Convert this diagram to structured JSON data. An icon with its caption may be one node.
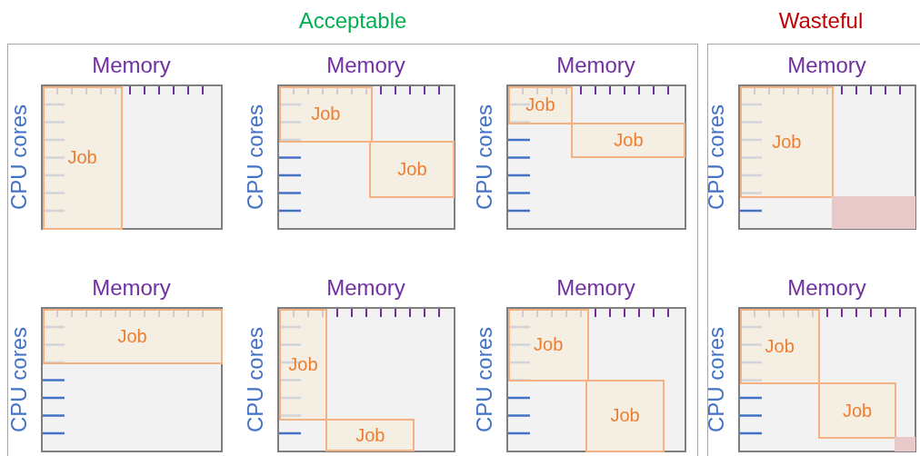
{
  "diagram": {
    "nodes": [
      {
        "text": [
          "Acceptable"
        ]
      },
      {
        "text": [
          "Memory",
          "CPU cores"
        ],
        "in": 0
      },
      {
        "text": [
          "Job"
        ],
        "in": 1
      },
      {
        "text": [
          "Memory",
          "CPU cores"
        ],
        "in": 0
      },
      {
        "text": [
          "Job"
        ],
        "in": 3
      },
      {
        "text": [
          "Job"
        ],
        "in": 3
      },
      {
        "text": [
          "Memory",
          "CPU cores"
        ],
        "in": 0
      },
      {
        "text": [
          "Job"
        ],
        "in": 6
      },
      {
        "text": [
          "Job"
        ],
        "in": 6
      },
      {
        "text": [
          "Memory",
          "CPU cores"
        ],
        "in": 0
      },
      {
        "text": [
          "Job"
        ],
        "in": 9
      },
      {
        "text": [
          "Memory",
          "CPU cores"
        ],
        "in": 0
      },
      {
        "text": [
          "Job"
        ],
        "in": 11
      },
      {
        "text": [
          "Job"
        ],
        "in": 11
      },
      {
        "text": [
          "Memory",
          "CPU cores"
        ],
        "in": 0
      },
      {
        "text": [
          "Job"
        ],
        "in": 14
      },
      {
        "text": [
          "Job"
        ],
        "in": 14
      },
      {
        "text": [
          "Wasteful"
        ]
      },
      {
        "text": [
          "Memory",
          "CPU cores"
        ],
        "in": 17
      },
      {
        "text": [
          "Job"
        ],
        "in": 18
      },
      {
        "text": [],
        "shape": "box",
        "in": 18
      },
      {
        "text": [
          "Memory",
          "CPU cores"
        ],
        "in": 17
      },
      {
        "text": [
          "Job"
        ],
        "in": 21
      },
      {
        "text": [
          "Job"
        ],
        "in": 21
      },
      {
        "text": [],
        "shape": "box",
        "in": 21
      }
    ]
  }
}
